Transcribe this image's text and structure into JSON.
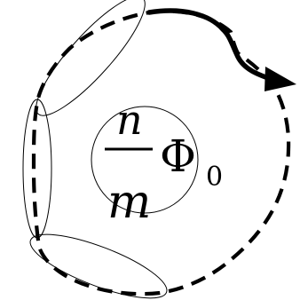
{
  "formula": {
    "numerator": "n",
    "denominator": "m",
    "symbol": "Φ",
    "subscript": "0"
  },
  "colors": {
    "stroke": "#000000",
    "background": "#ffffff"
  }
}
